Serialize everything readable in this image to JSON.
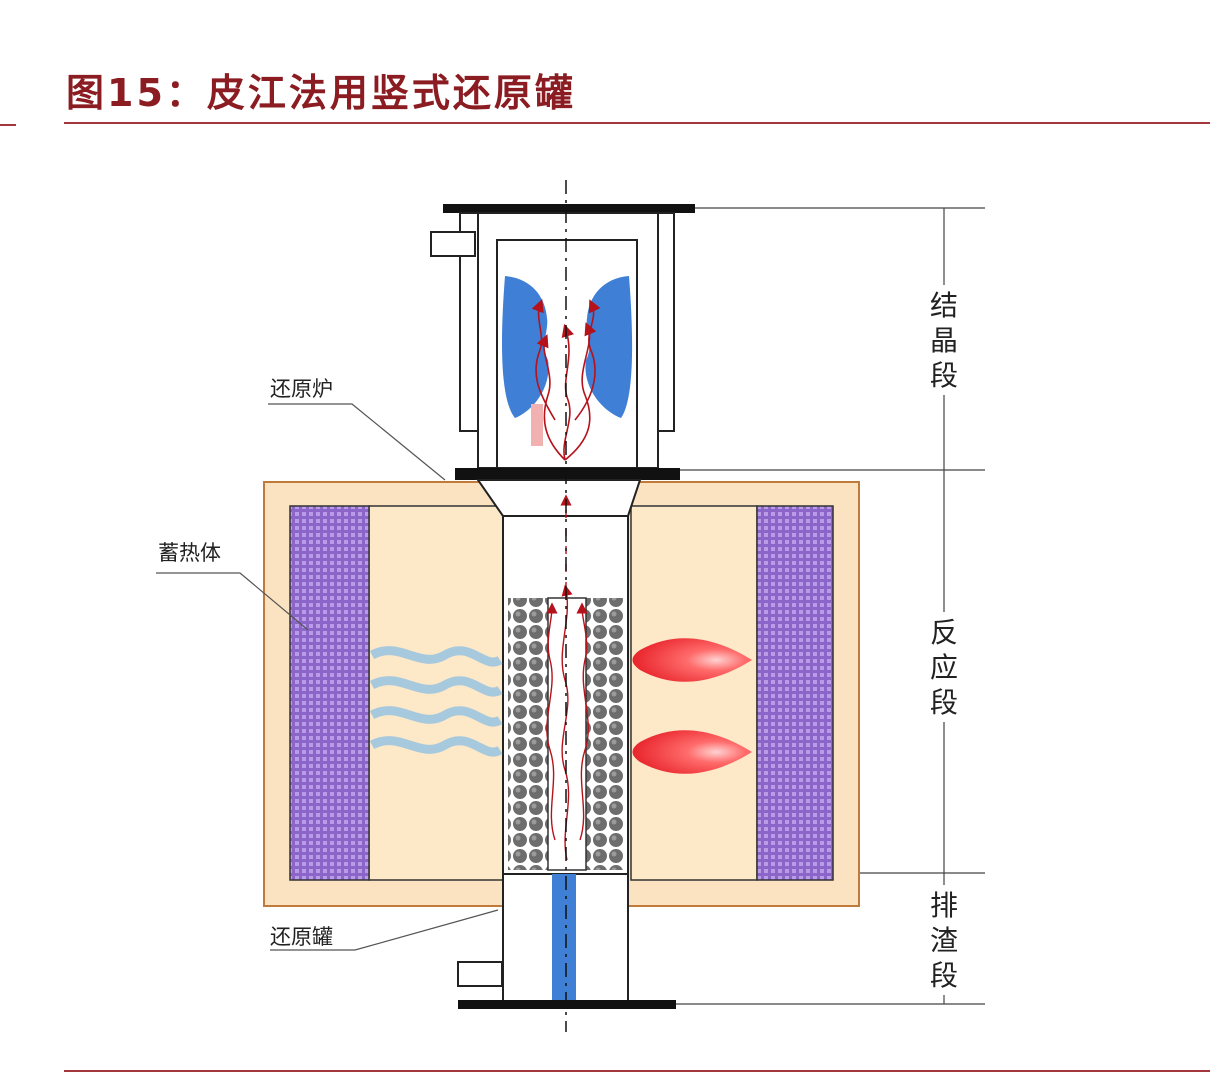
{
  "title": "图15：皮江法用竖式还原罐",
  "labels": {
    "furnace": "还原炉",
    "regenerator": "蓄热体",
    "retort": "还原罐"
  },
  "sections": {
    "crystallization": [
      "结",
      "晶",
      "段"
    ],
    "reaction": [
      "反",
      "应",
      "段"
    ],
    "slag": [
      "排",
      "渣",
      "段"
    ]
  },
  "colors": {
    "title": "#8a1c22",
    "rule": "#a3373b",
    "refractory": "#fbe3c2",
    "regenerator": "#8c65c9",
    "condensate": "#3f7fd6",
    "flame": "#e8252c",
    "flow_arrow": "#b5121b",
    "pellet": "#6d6d6d",
    "heat_wave": "#9ec6e0"
  }
}
